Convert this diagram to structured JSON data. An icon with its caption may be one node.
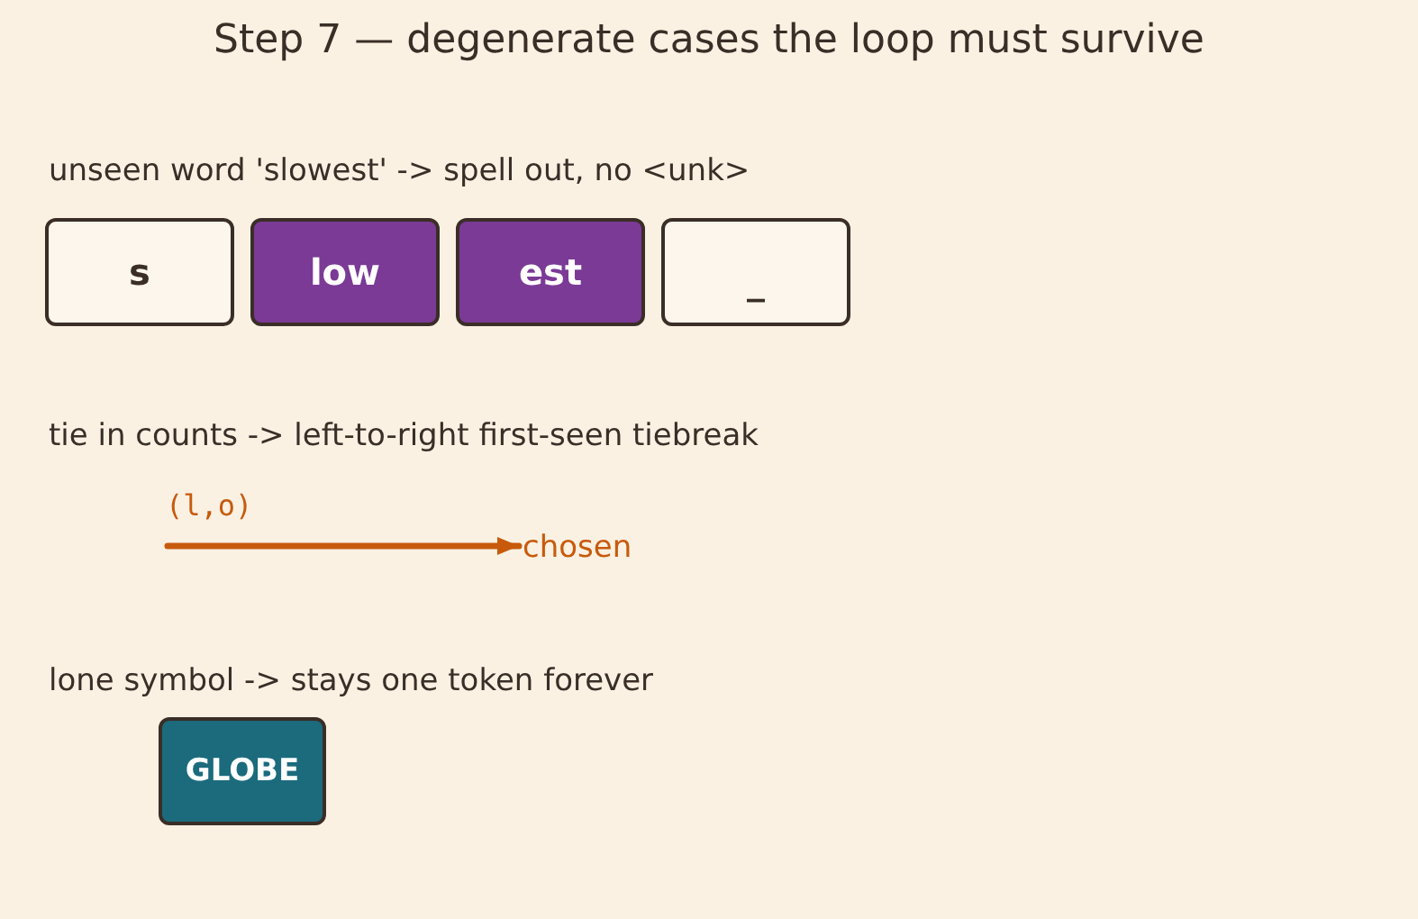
{
  "diagram": {
    "title": "Step 7 — degenerate cases the loop must survive",
    "nodes": [
      {
        "text": [
          "s"
        ]
      },
      {
        "text": [
          "low"
        ]
      },
      {
        "text": [
          "est"
        ]
      },
      {
        "text": [
          "_"
        ]
      },
      {
        "text": [
          "chosen"
        ]
      },
      {
        "text": [
          "GLOBE"
        ]
      }
    ],
    "edges": [
      {
        "from": null,
        "to": 4,
        "arrow": "to",
        "label": "(l,o)",
        "color": "#c85a0c"
      }
    ],
    "labels": [
      "unseen word 'slowest' -> spell out, no <unk>",
      "tie in counts -> left-to-right first-seen tiebreak",
      "lone symbol -> stays one token forever"
    ]
  }
}
